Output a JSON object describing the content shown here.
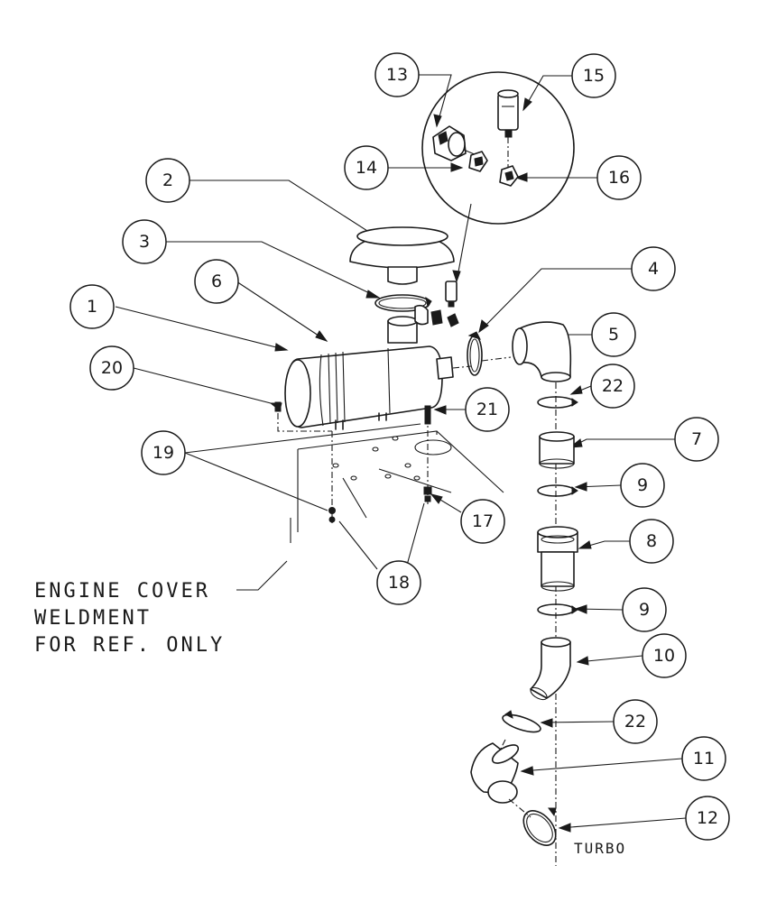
{
  "callouts": [
    {
      "id": "c1",
      "label": "1"
    },
    {
      "id": "c2",
      "label": "2"
    },
    {
      "id": "c3",
      "label": "3"
    },
    {
      "id": "c4",
      "label": "4"
    },
    {
      "id": "c5",
      "label": "5"
    },
    {
      "id": "c6",
      "label": "6"
    },
    {
      "id": "c7",
      "label": "7"
    },
    {
      "id": "c8",
      "label": "8"
    },
    {
      "id": "c9a",
      "label": "9"
    },
    {
      "id": "c9b",
      "label": "9"
    },
    {
      "id": "c10",
      "label": "10"
    },
    {
      "id": "c11",
      "label": "11"
    },
    {
      "id": "c12",
      "label": "12"
    },
    {
      "id": "c13",
      "label": "13"
    },
    {
      "id": "c14",
      "label": "14"
    },
    {
      "id": "c15",
      "label": "15"
    },
    {
      "id": "c16",
      "label": "16"
    },
    {
      "id": "c17",
      "label": "17"
    },
    {
      "id": "c18",
      "label": "18"
    },
    {
      "id": "c19",
      "label": "19"
    },
    {
      "id": "c20",
      "label": "20"
    },
    {
      "id": "c21",
      "label": "21"
    },
    {
      "id": "c22a",
      "label": "22"
    },
    {
      "id": "c22b",
      "label": "22"
    }
  ],
  "note": {
    "line1": "ENGINE COVER",
    "line2": "WELDMENT",
    "line3": "FOR REF. ONLY"
  },
  "turbo_label": "TURBO"
}
